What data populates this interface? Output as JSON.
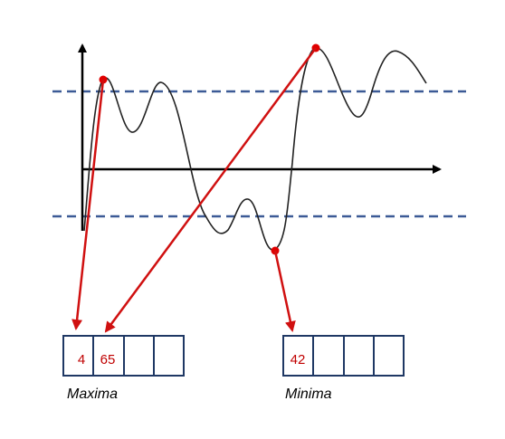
{
  "colors": {
    "signal": "#222222",
    "axes": "#000000",
    "threshold": "#3c5a96",
    "peak_marker": "#e00000",
    "arrow": "#d01010",
    "box_border": "#1f3864",
    "cell_text": "#c00000"
  },
  "maxima": {
    "label": "Maxima",
    "cells": [
      "4",
      "65",
      "",
      ""
    ]
  },
  "minima": {
    "label": "Minima",
    "cells": [
      "42",
      "",
      "",
      ""
    ]
  }
}
